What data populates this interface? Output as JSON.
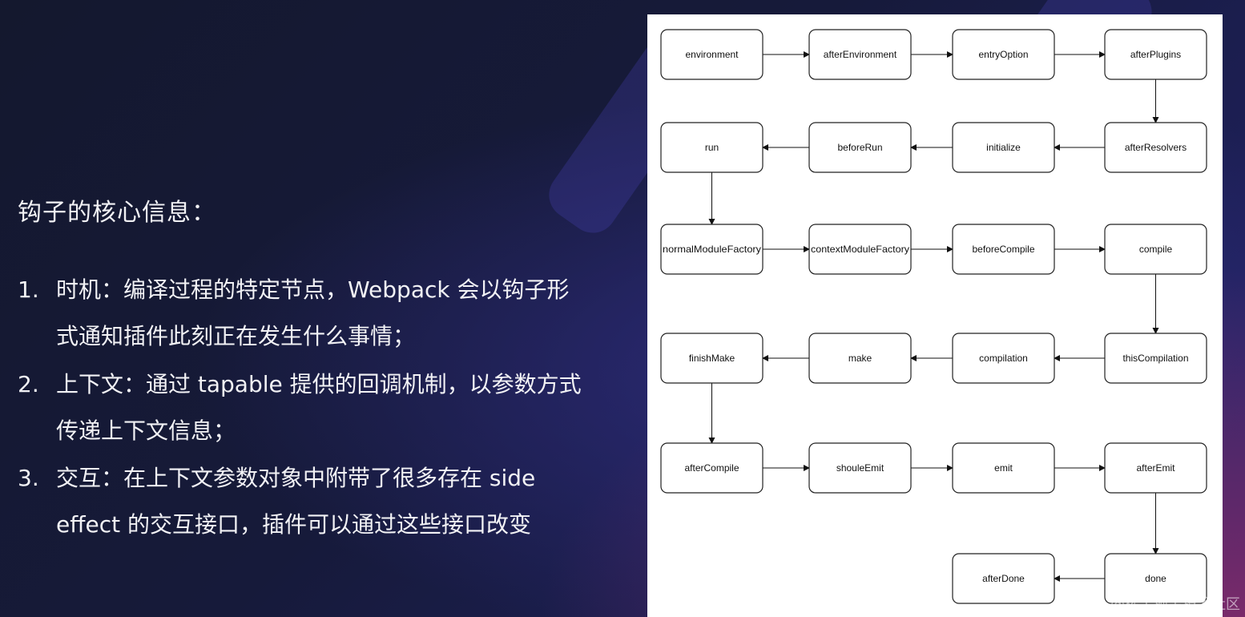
{
  "left": {
    "heading": "钩子的核心信息：",
    "items": [
      {
        "num": "1.",
        "text": "时机：编译过程的特定节点，Webpack 会以钩子形式通知插件此刻正在发生什么事情；"
      },
      {
        "num": "2.",
        "text": "上下文：通过 tapable 提供的回调机制，以参数方式传递上下文信息；"
      },
      {
        "num": "3.",
        "text": "交互：在上下文参数对象中附带了很多存在 side effect 的交互接口，插件可以通过这些接口改变"
      }
    ]
  },
  "diagram": {
    "nodes": [
      {
        "id": "environment",
        "label": "environment",
        "row": 0,
        "col": 0
      },
      {
        "id": "afterEnvironment",
        "label": "afterEnvironment",
        "row": 0,
        "col": 1
      },
      {
        "id": "entryOption",
        "label": "entryOption",
        "row": 0,
        "col": 2
      },
      {
        "id": "afterPlugins",
        "label": "afterPlugins",
        "row": 0,
        "col": 3
      },
      {
        "id": "afterResolvers",
        "label": "afterResolvers",
        "row": 1,
        "col": 3
      },
      {
        "id": "initialize",
        "label": "initialize",
        "row": 1,
        "col": 2
      },
      {
        "id": "beforeRun",
        "label": "beforeRun",
        "row": 1,
        "col": 1
      },
      {
        "id": "run",
        "label": "run",
        "row": 1,
        "col": 0
      },
      {
        "id": "normalModuleFactory",
        "label": "normalModuleFactory",
        "row": 2,
        "col": 0
      },
      {
        "id": "contextModuleFactory",
        "label": "contextModuleFactory",
        "row": 2,
        "col": 1
      },
      {
        "id": "beforeCompile",
        "label": "beforeCompile",
        "row": 2,
        "col": 2
      },
      {
        "id": "compile",
        "label": "compile",
        "row": 2,
        "col": 3
      },
      {
        "id": "thisCompilation",
        "label": "thisCompilation",
        "row": 3,
        "col": 3
      },
      {
        "id": "compilation",
        "label": "compilation",
        "row": 3,
        "col": 2
      },
      {
        "id": "make",
        "label": "make",
        "row": 3,
        "col": 1
      },
      {
        "id": "finishMake",
        "label": "finishMake",
        "row": 3,
        "col": 0
      },
      {
        "id": "afterCompile",
        "label": "afterCompile",
        "row": 4,
        "col": 0
      },
      {
        "id": "shouleEmit",
        "label": "shouleEmit",
        "row": 4,
        "col": 1
      },
      {
        "id": "emit",
        "label": "emit",
        "row": 4,
        "col": 2
      },
      {
        "id": "afterEmit",
        "label": "afterEmit",
        "row": 4,
        "col": 3
      },
      {
        "id": "done",
        "label": "done",
        "row": 5,
        "col": 3
      },
      {
        "id": "afterDone",
        "label": "afterDone",
        "row": 5,
        "col": 2
      }
    ],
    "edges": [
      [
        "environment",
        "afterEnvironment"
      ],
      [
        "afterEnvironment",
        "entryOption"
      ],
      [
        "entryOption",
        "afterPlugins"
      ],
      [
        "afterPlugins",
        "afterResolvers"
      ],
      [
        "afterResolvers",
        "initialize"
      ],
      [
        "initialize",
        "beforeRun"
      ],
      [
        "beforeRun",
        "run"
      ],
      [
        "run",
        "normalModuleFactory"
      ],
      [
        "normalModuleFactory",
        "contextModuleFactory"
      ],
      [
        "contextModuleFactory",
        "beforeCompile"
      ],
      [
        "beforeCompile",
        "compile"
      ],
      [
        "compile",
        "thisCompilation"
      ],
      [
        "thisCompilation",
        "compilation"
      ],
      [
        "compilation",
        "make"
      ],
      [
        "make",
        "finishMake"
      ],
      [
        "finishMake",
        "afterCompile"
      ],
      [
        "afterCompile",
        "shouleEmit"
      ],
      [
        "shouleEmit",
        "emit"
      ],
      [
        "emit",
        "afterEmit"
      ],
      [
        "afterEmit",
        "done"
      ],
      [
        "done",
        "afterDone"
      ]
    ]
  },
  "watermark": "@稀土掘金技术社区"
}
